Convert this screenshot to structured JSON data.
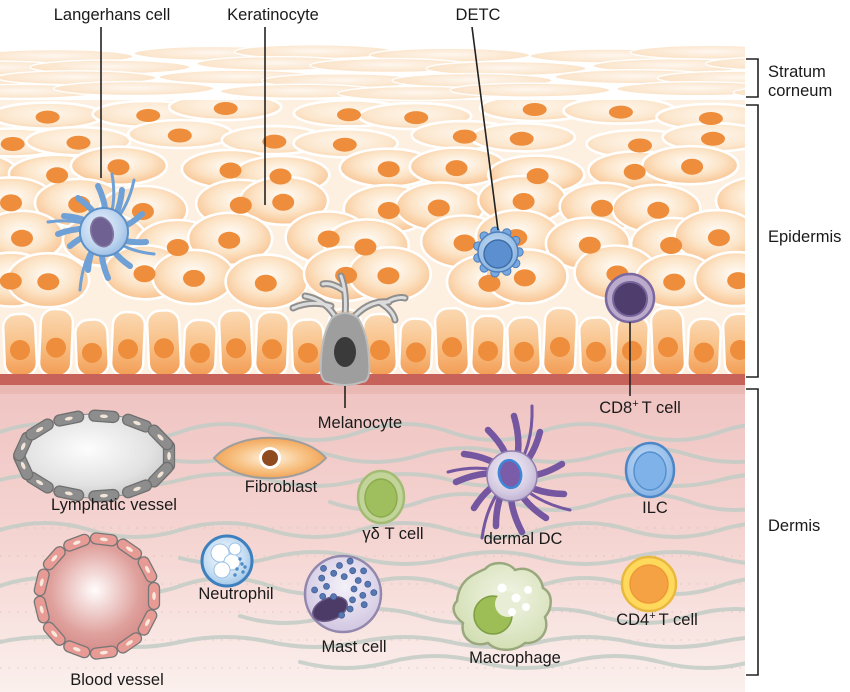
{
  "layer_labels": {
    "stratum_corneum_line1": "Stratum",
    "stratum_corneum_line2": "corneum",
    "epidermis": "Epidermis",
    "dermis": "Dermis"
  },
  "callouts": {
    "langerhans": "Langerhans cell",
    "keratinocyte": "Keratinocyte",
    "detc": "DETC",
    "melanocyte": "Melanocyte",
    "cd8": {
      "base": "CD8",
      "sup": "+",
      "rest": "T cell"
    },
    "lymphatic_vessel": "Lymphatic vessel",
    "fibroblast": "Fibroblast",
    "gd_t_cell": "γδ T cell",
    "dermal_dc": "dermal DC",
    "ilc": "ILC",
    "neutrophil": "Neutrophil",
    "mast_cell": "Mast cell",
    "macrophage": "Macrophage",
    "cd4": {
      "base": "CD4",
      "sup": "+",
      "rest": "T cell"
    },
    "blood_vessel": "Blood vessel"
  },
  "colors": {
    "keratinocyte_edge": "#F6AC6B",
    "keratinocyte_nucleus": "#EE8D3B",
    "basement_membrane": "#C6625A",
    "dermis_top": "#EFC3C1",
    "dermis_bottom": "#FBF0ED",
    "collagen_fiber": "#C3CDC6",
    "langerhans_blue": "#7FA8DC",
    "detc_blue": "#6D9FD8",
    "cd8_purple": "#4F3D6E",
    "melanocyte_gray": "#9E9E9E",
    "lymphatic_gray": "#8D8D8D",
    "blood_vessel_red": "#C77672",
    "fibroblast_orange": "#F0953F",
    "gd_green": "#9FBE5E",
    "neutrophil_blue": "#5B9BD5",
    "mast_lavender": "#C9BDDC",
    "dermal_dc_purple": "#7457A0",
    "ilc_blue": "#7FB2E8",
    "macrophage_green": "#9DBE56",
    "cd4_orange": "#F5A245",
    "cd4_ring": "#FFD95C",
    "label_color": "#1A1A1A"
  }
}
